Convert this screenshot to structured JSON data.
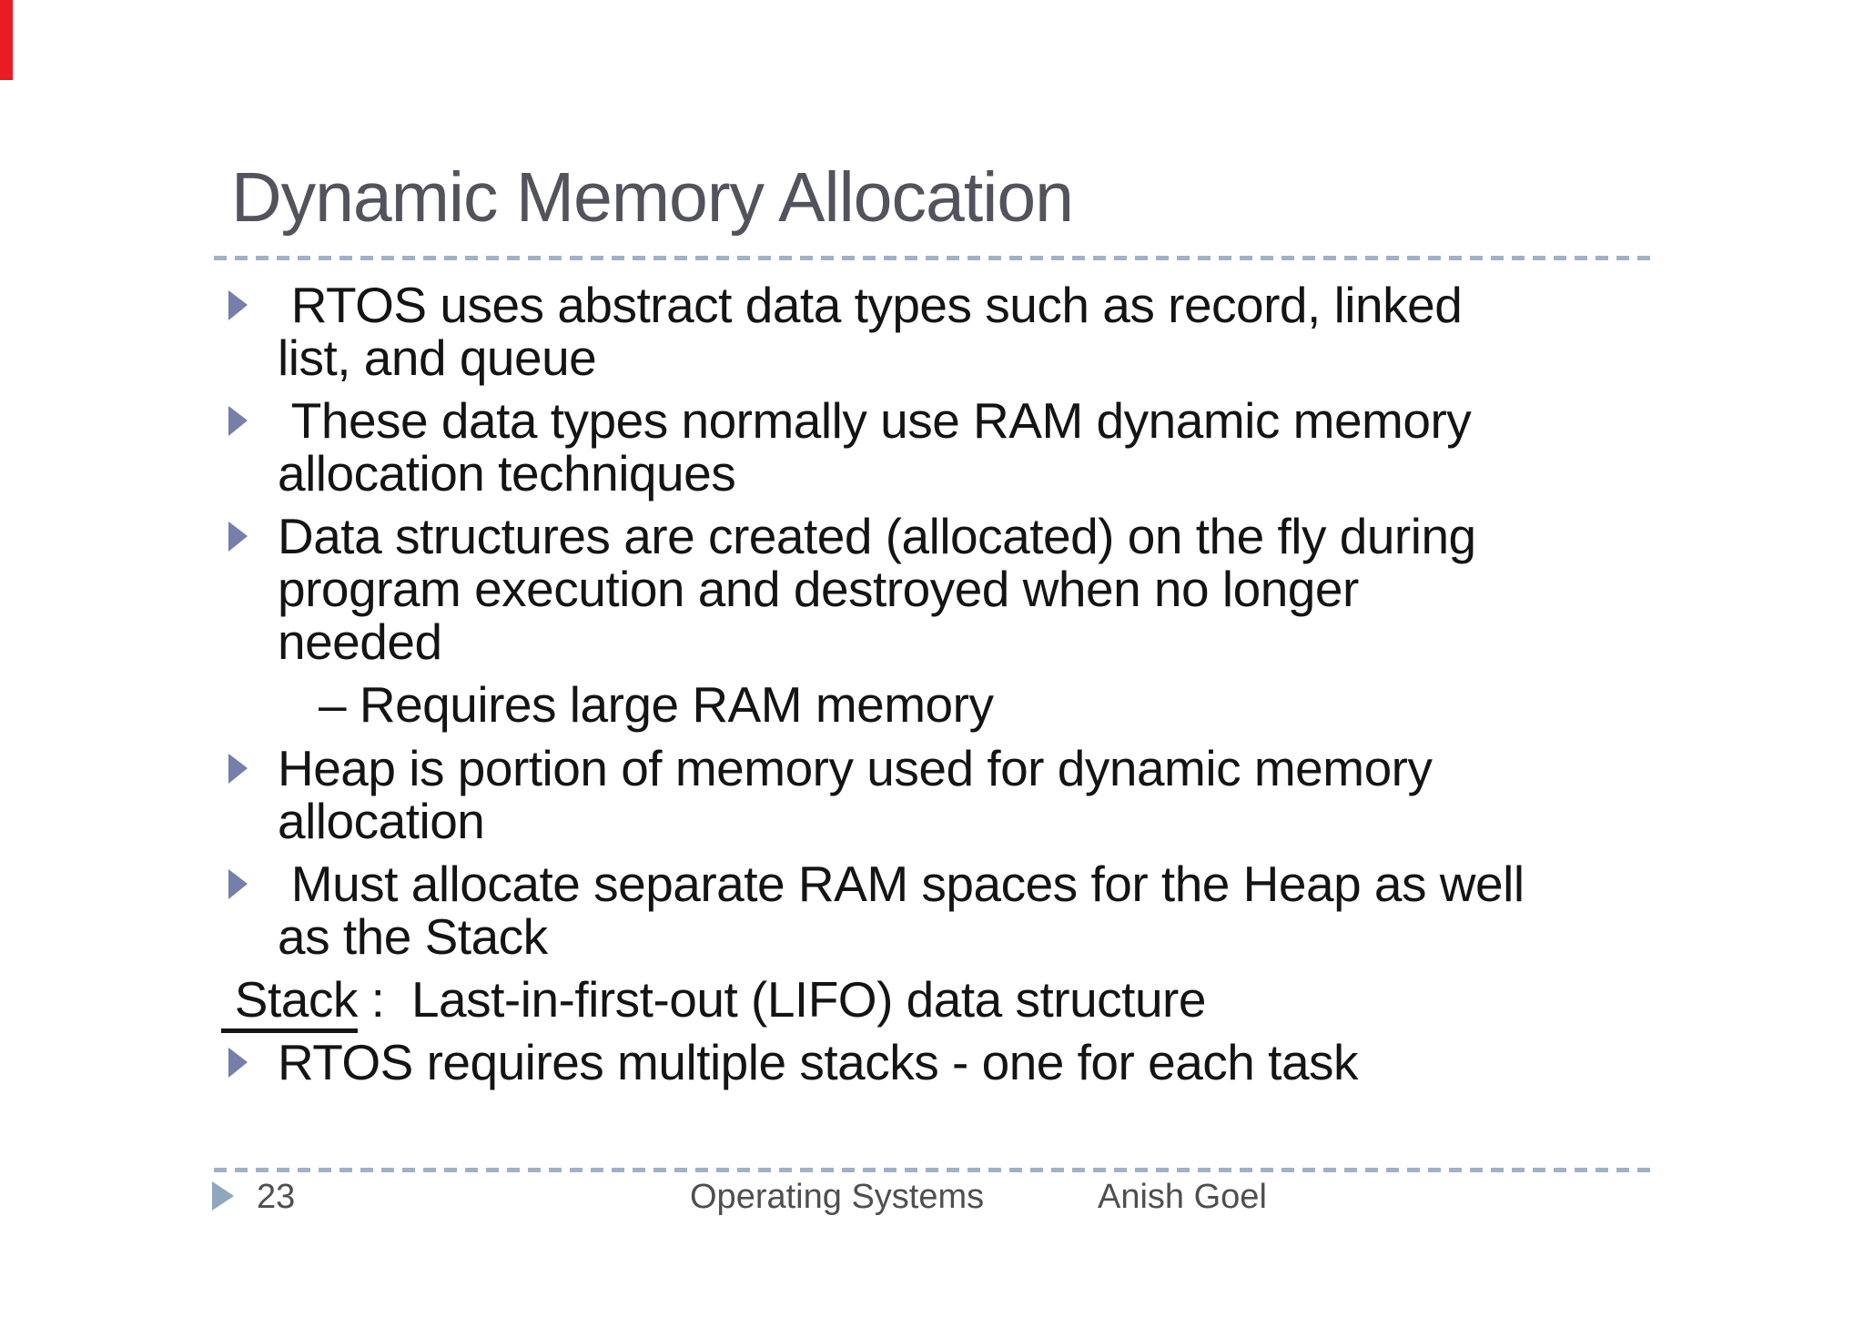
{
  "slide": {
    "title": "Dynamic Memory Allocation",
    "bullets": [
      {
        "text": " RTOS uses abstract data types such as record, linked\nlist, and queue"
      },
      {
        "text": " These data types normally use RAM dynamic memory\nallocation techniques"
      },
      {
        "text": "Data structures are created (allocated) on the fly during\nprogram execution and destroyed when no longer\nneeded"
      },
      {
        "text": "Heap is portion of memory used for dynamic memory\nallocation"
      },
      {
        "text": " Must allocate separate RAM spaces for the Heap as well\nas the Stack"
      },
      {
        "text": "RTOS requires multiple stacks - one for each task"
      }
    ],
    "sub_bullet": "– Requires large RAM memory",
    "stack_line": {
      "underlined": " Stack",
      "rest": " :  Last-in-first-out (LIFO) data structure"
    }
  },
  "footer": {
    "page_number": "23",
    "course": "Operating Systems",
    "author": "Anish Goel"
  },
  "colors": {
    "record_bar": "#e81c24",
    "title_text": "#53535d",
    "bullet_triangle": "#767fa9",
    "footer_triangle": "#8fa6bd",
    "dash_line": "#a2b1c4",
    "body_text": "#141414",
    "footer_text": "#4f4f4f"
  }
}
